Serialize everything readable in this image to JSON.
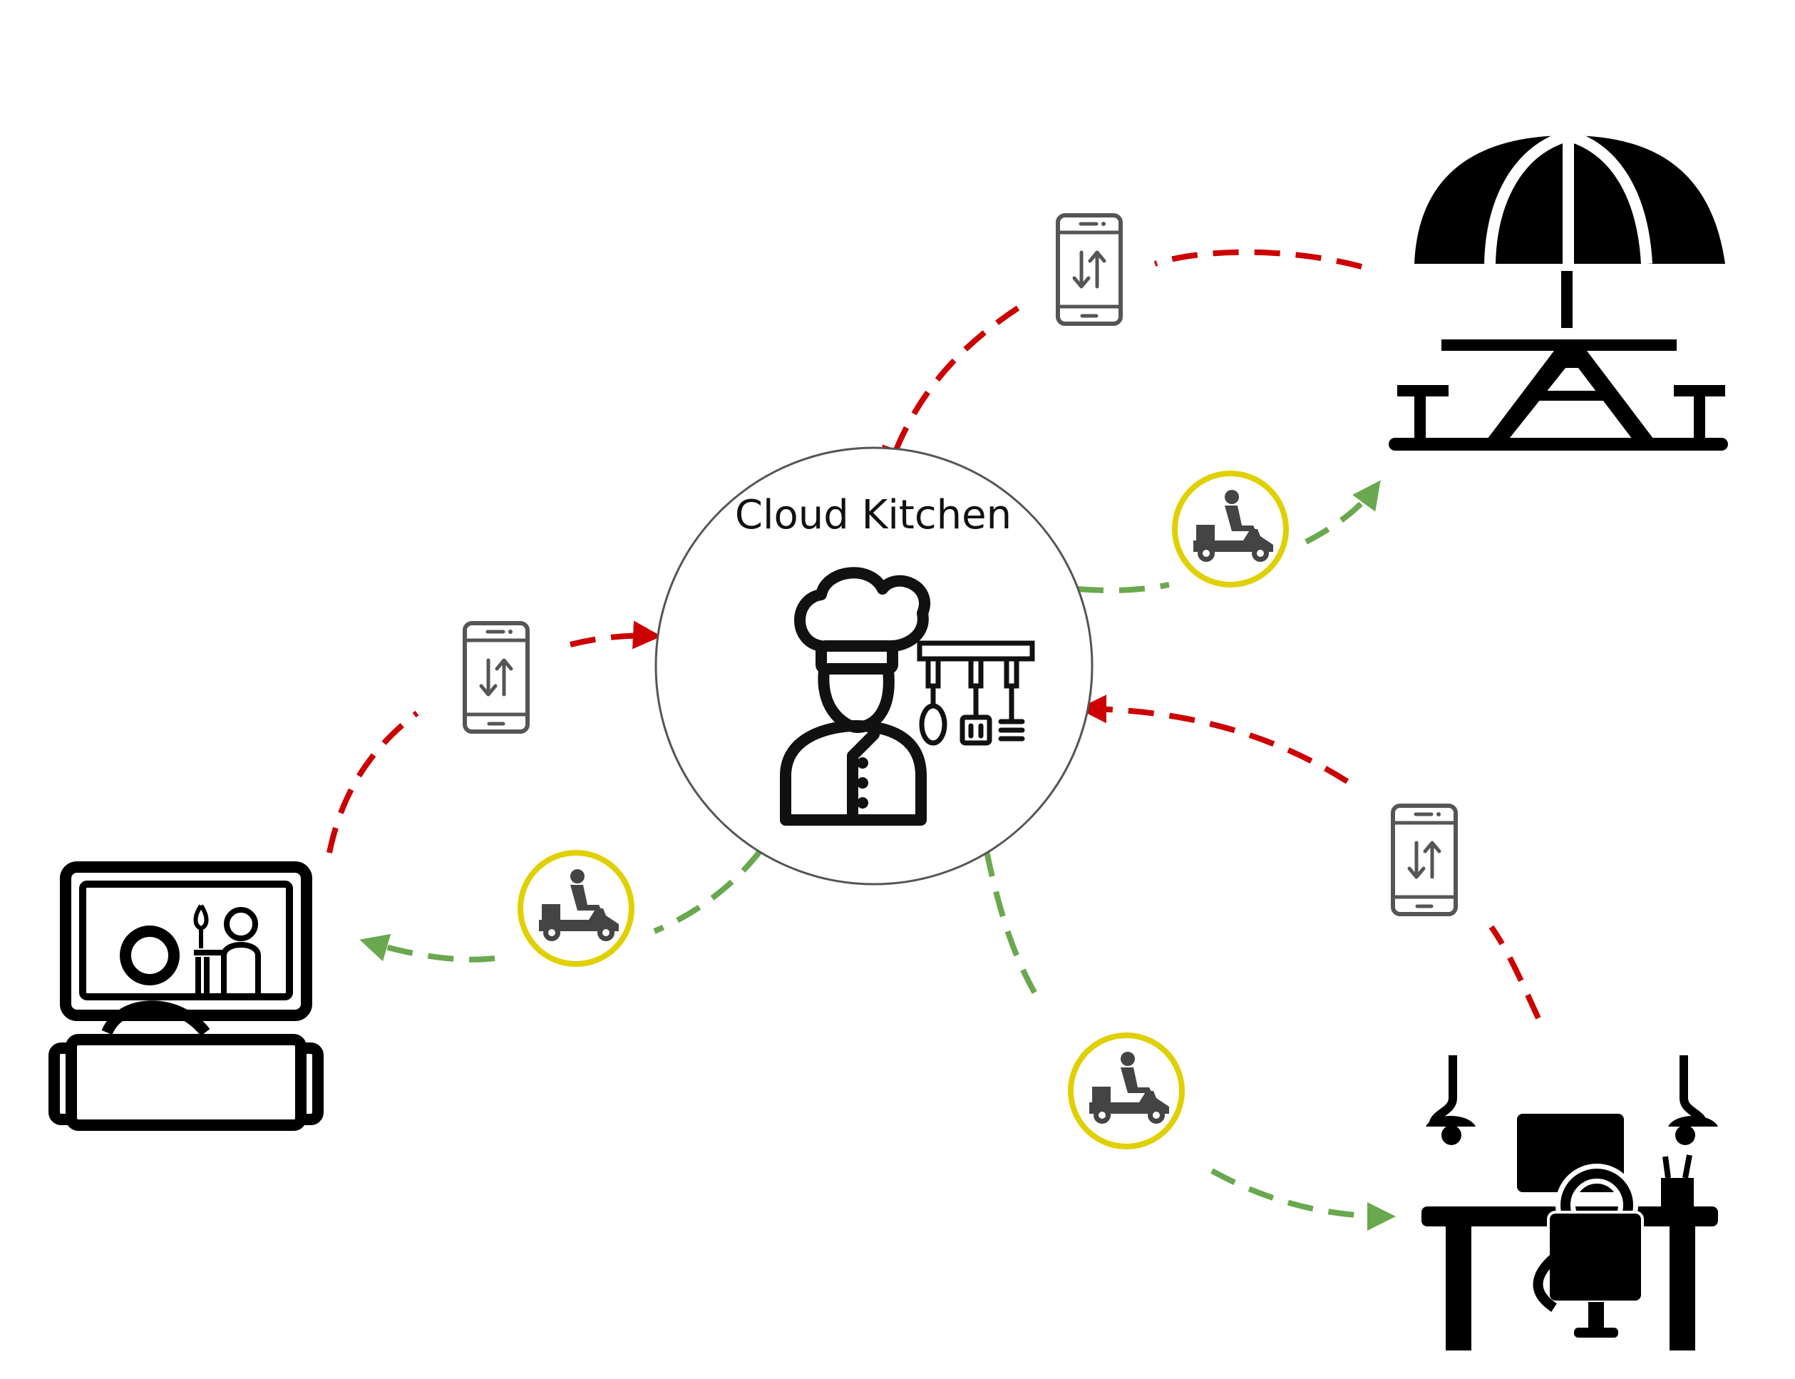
{
  "center": {
    "label": "Cloud Kitchen"
  },
  "colors": {
    "order_arrow": "#cc0000",
    "delivery_arrow": "#6aa84f",
    "delivery_badge_ring": "#e0d000",
    "icon_stroke": "#000000",
    "phone_stroke": "#555555",
    "scooter_fill": "#444444"
  },
  "nodes": [
    {
      "id": "home",
      "icon": "person-watching-tv-icon"
    },
    {
      "id": "outdoor",
      "icon": "picnic-table-umbrella-icon"
    },
    {
      "id": "office",
      "icon": "office-desk-icon"
    }
  ],
  "flows": [
    {
      "from": "home",
      "to": "cloud-kitchen",
      "kind": "order",
      "via_icon": "smartphone-transfer-icon"
    },
    {
      "from": "outdoor",
      "to": "cloud-kitchen",
      "kind": "order",
      "via_icon": "smartphone-transfer-icon"
    },
    {
      "from": "office",
      "to": "cloud-kitchen",
      "kind": "order",
      "via_icon": "smartphone-transfer-icon"
    },
    {
      "from": "cloud-kitchen",
      "to": "home",
      "kind": "delivery",
      "via_icon": "delivery-scooter-icon"
    },
    {
      "from": "cloud-kitchen",
      "to": "outdoor",
      "kind": "delivery",
      "via_icon": "delivery-scooter-icon"
    },
    {
      "from": "cloud-kitchen",
      "to": "office",
      "kind": "delivery",
      "via_icon": "delivery-scooter-icon"
    }
  ]
}
